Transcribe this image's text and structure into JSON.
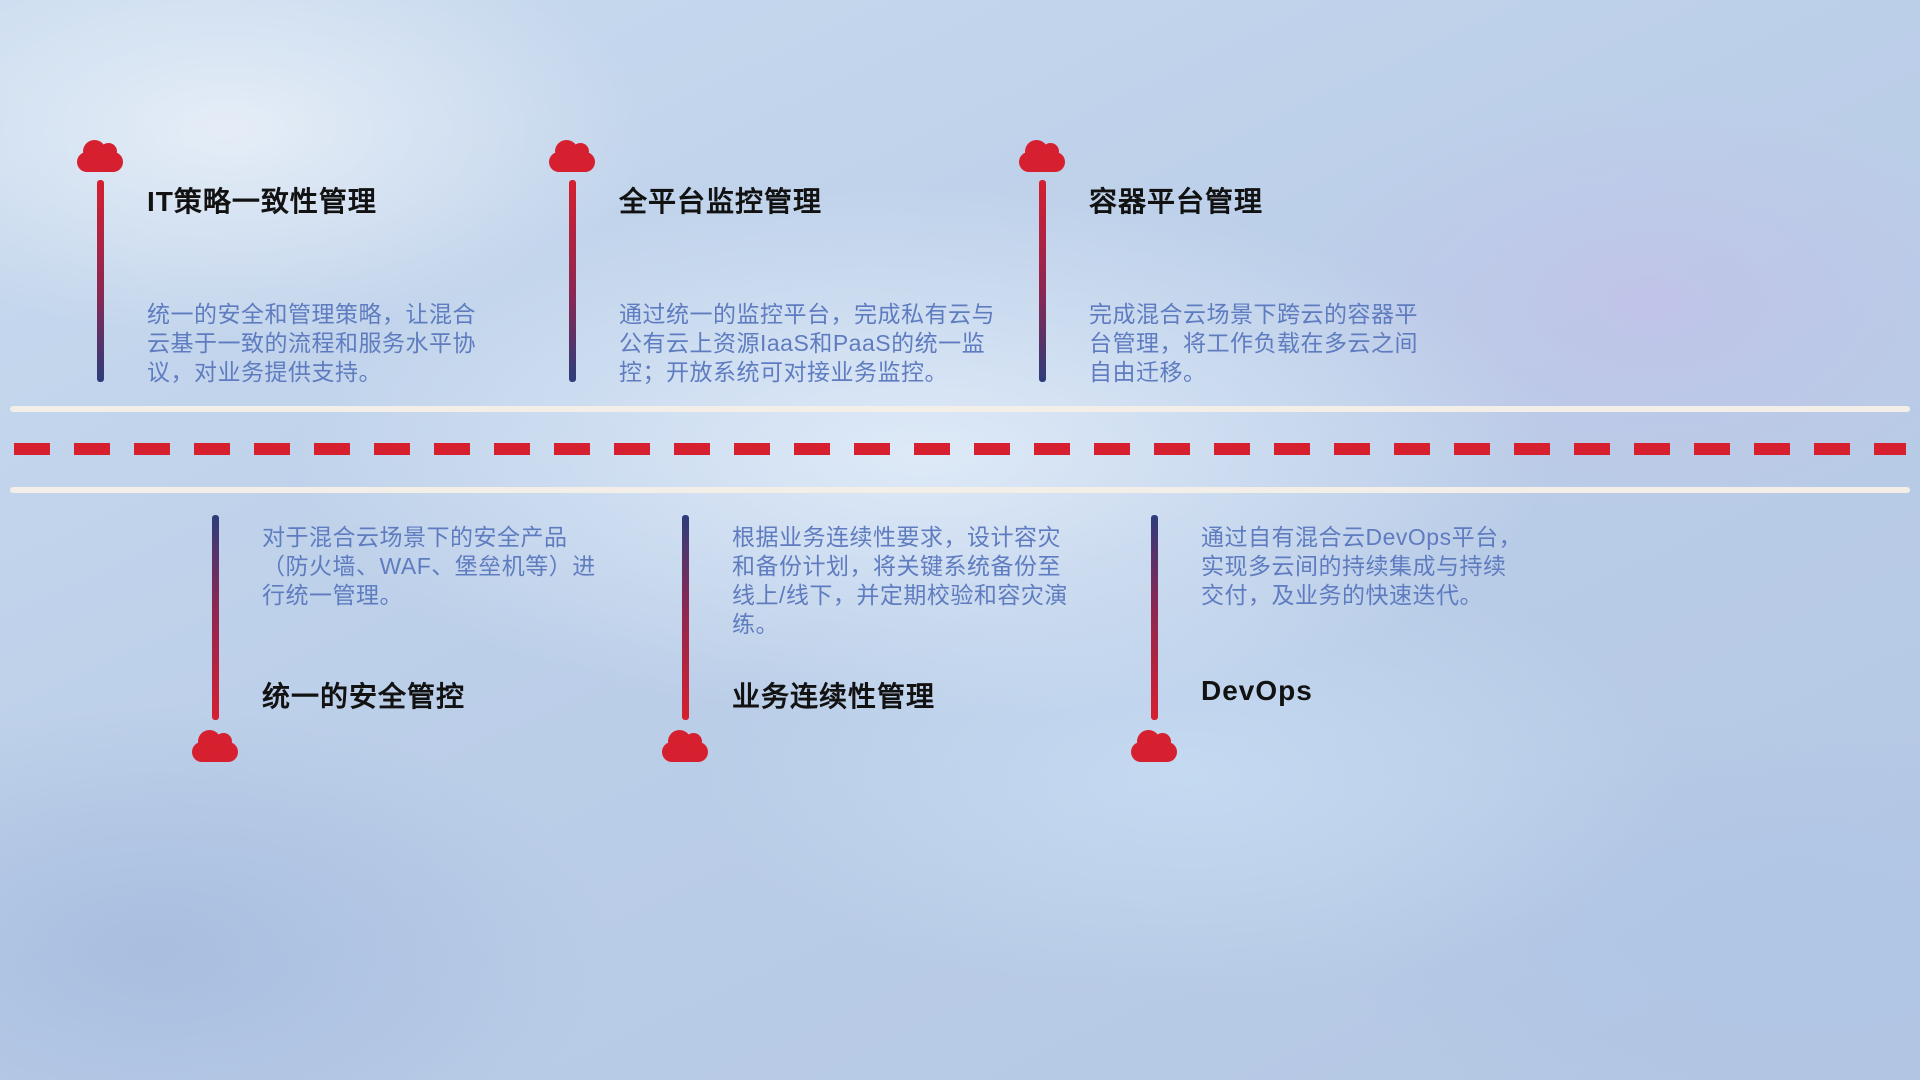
{
  "diagram": {
    "top_items": [
      {
        "title": "IT策略一致性管理",
        "desc": "统一的安全和管理策略，让混合云基于一致的流程和服务水平协议，对业务提供支持。"
      },
      {
        "title": "全平台监控管理",
        "desc": "通过统一的监控平台，完成私有云与公有云上资源IaaS和PaaS的统一监控；开放系统可对接业务监控。"
      },
      {
        "title": "容器平台管理",
        "desc": "完成混合云场景下跨云的容器平台管理，将工作负载在多云之间自由迁移。"
      }
    ],
    "bottom_items": [
      {
        "title": "统一的安全管控",
        "desc": "对于混合云场景下的安全产品（防火墙、WAF、堡垒机等）进行统一管理。"
      },
      {
        "title": "业务连续性管理",
        "desc": "根据业务连续性要求，设计容灾和备份计划，将关键系统备份至线上/线下，并定期校验和容灾演练。"
      },
      {
        "title": "DevOps",
        "desc": "通过自有混合云DevOps平台，实现多云间的持续集成与持续交付，及业务的快速迭代。"
      }
    ],
    "colors": {
      "accent_red": "#d6202f",
      "accent_navy": "#2c3d7b",
      "desc_blue": "#5f7cc0",
      "title_black": "#121212",
      "road_line": "#f3efe8"
    }
  }
}
